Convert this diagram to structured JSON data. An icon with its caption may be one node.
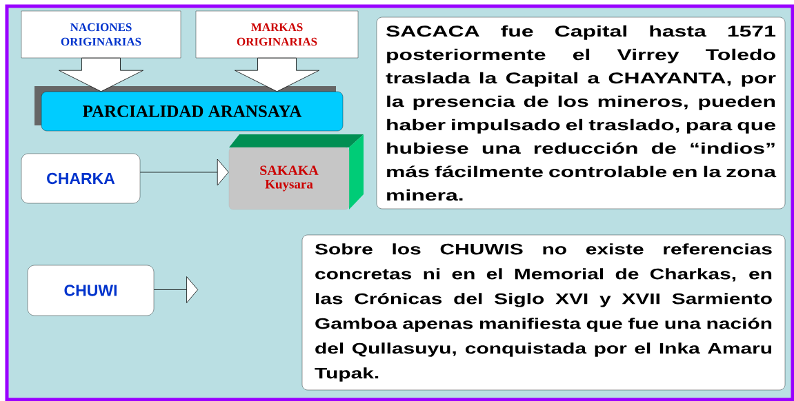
{
  "diagram": {
    "nodes": [
      {
        "text": [
          "NACIONES ORIGINARIAS"
        ]
      },
      {
        "text": [
          "MARKAS ORIGINARIAS"
        ]
      },
      {
        "text": [
          "PARCIALIDAD ARANSAYA"
        ]
      },
      {
        "text": [
          "CHARKA"
        ]
      },
      {
        "text": [
          "SAKAKA",
          "Kuysara"
        ]
      },
      {
        "text": [
          "SACACA fue Capital hasta 1571 posteriormente el Virrey Toledo traslada la Capital a CHAYANTA, por la presencia de los mineros, pueden haber impulsado el traslado, para que hubiese una reducción de “indios” más fácilmente controlable en la zona minera."
        ]
      },
      {
        "text": [
          "CHUWI"
        ]
      },
      {
        "text": [
          "Sobre los CHUWIS no existe referencias concretas ni en el Memorial de Charkas, en las Crónicas del Siglo XVI y XVII Sarmiento Gamboa apenas manifiesta que fue una nación del Qullasuyu, conquistada por el Inka Amaru Tupak."
        ]
      }
    ],
    "edges": [
      {
        "from": 0,
        "to": 2,
        "arrow": "to",
        "style": "thick"
      },
      {
        "from": 1,
        "to": 2,
        "arrow": "to",
        "style": "thick"
      },
      {
        "from": 3,
        "to": 4,
        "arrow": "to"
      },
      {
        "from": 6,
        "to": null,
        "arrow": "to"
      }
    ]
  }
}
